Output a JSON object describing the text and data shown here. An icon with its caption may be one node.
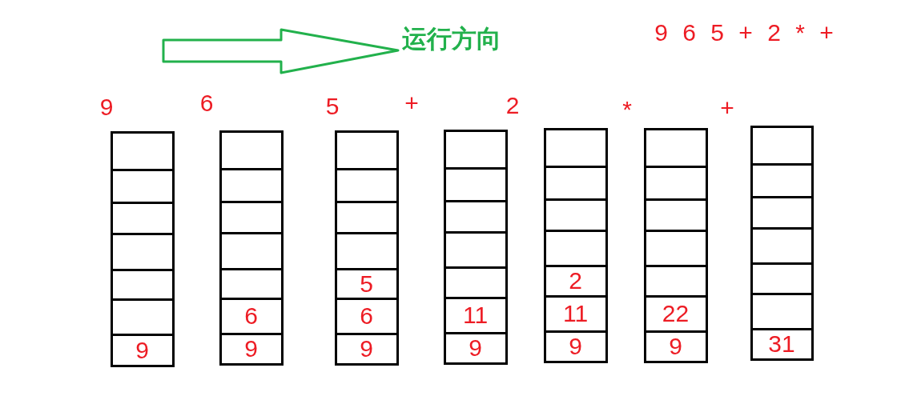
{
  "diagram": {
    "nodes": [
      {
        "text": [
          "9"
        ]
      },
      {
        "text": [
          "6",
          "9"
        ]
      },
      {
        "text": [
          "5",
          "6",
          "9"
        ]
      },
      {
        "text": [
          "11",
          "9"
        ]
      },
      {
        "text": [
          "2",
          "11",
          "9"
        ]
      },
      {
        "text": [
          "22",
          "9"
        ]
      },
      {
        "text": [
          "31"
        ]
      }
    ],
    "labels": [
      "运行方向",
      "9 6 5 + 2 * +",
      "9",
      "6",
      "5",
      "+",
      "2",
      "*",
      "+"
    ]
  }
}
